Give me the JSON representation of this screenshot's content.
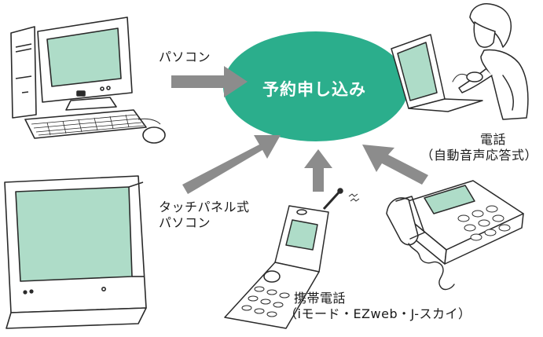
{
  "diagram": {
    "center_label": "予約申し込み",
    "colors": {
      "ellipse_fill": "#2bae8c",
      "arrow_fill": "#8c8c8c",
      "screen_fill": "#aedcc8",
      "outline": "#2a2a2a",
      "device_fill": "#ffffff"
    },
    "sources": [
      {
        "id": "pc",
        "label_lines": [
          "パソコン"
        ]
      },
      {
        "id": "touch-panel-pc",
        "label_lines": [
          "タッチパネル式",
          "パソコン"
        ]
      },
      {
        "id": "mobile",
        "label_lines": [
          "携帯電話",
          "（iモード・EZweb・J-スカイ）"
        ]
      },
      {
        "id": "phone",
        "label_lines": [
          "電話",
          "（自動音声応答式）"
        ]
      }
    ]
  }
}
